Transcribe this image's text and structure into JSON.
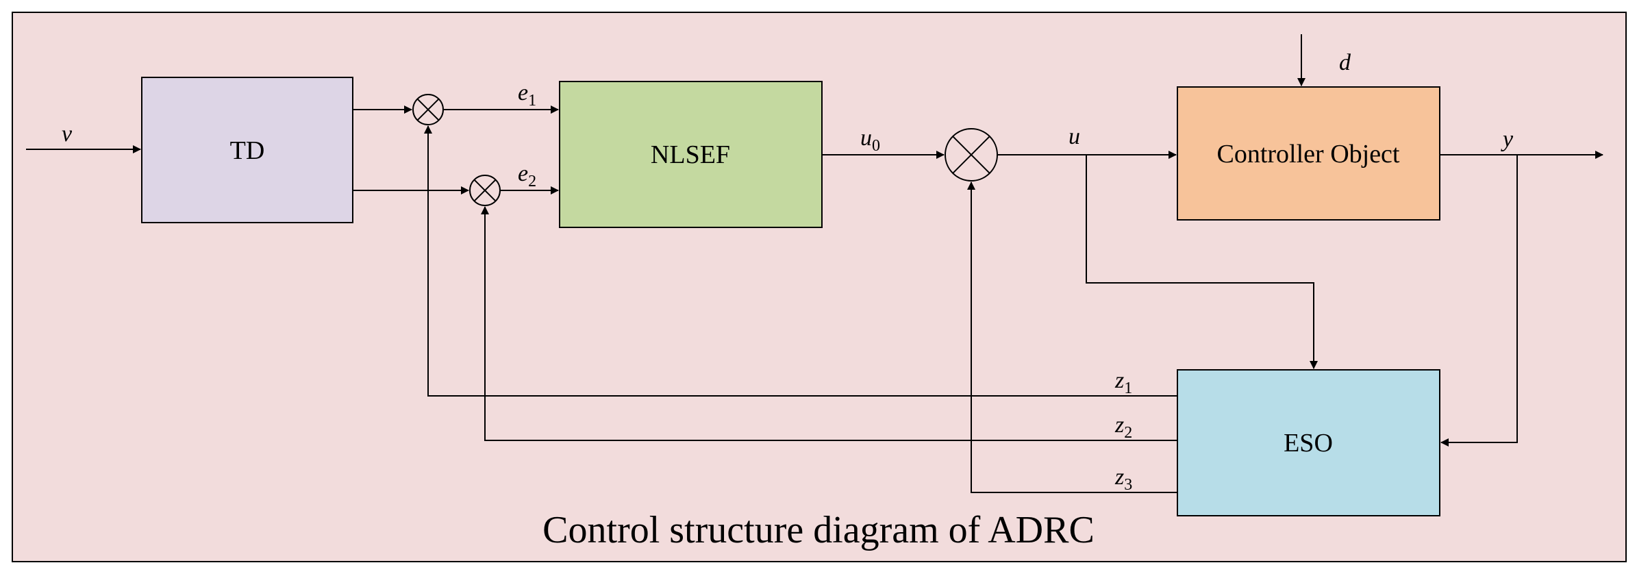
{
  "title": "Control structure diagram of ADRC",
  "blocks": {
    "td": {
      "label": "TD",
      "fill": "#ddd5e6"
    },
    "nlsef": {
      "label": "NLSEF",
      "fill": "#c4d9a0"
    },
    "plant": {
      "label": "Controller Object",
      "fill": "#f7c39a"
    },
    "eso": {
      "label": "ESO",
      "fill": "#b7dde8"
    }
  },
  "signals": {
    "v": "v",
    "e1": {
      "base": "e",
      "sub": "1"
    },
    "e2": {
      "base": "e",
      "sub": "2"
    },
    "u0": {
      "base": "u",
      "sub": "0"
    },
    "u": "u",
    "d": "d",
    "y": "y",
    "z1": {
      "base": "z",
      "sub": "1"
    },
    "z2": {
      "base": "z",
      "sub": "2"
    },
    "z3": {
      "base": "z",
      "sub": "3"
    }
  },
  "colors": {
    "background": "#f2dcdc",
    "line": "#000000"
  }
}
